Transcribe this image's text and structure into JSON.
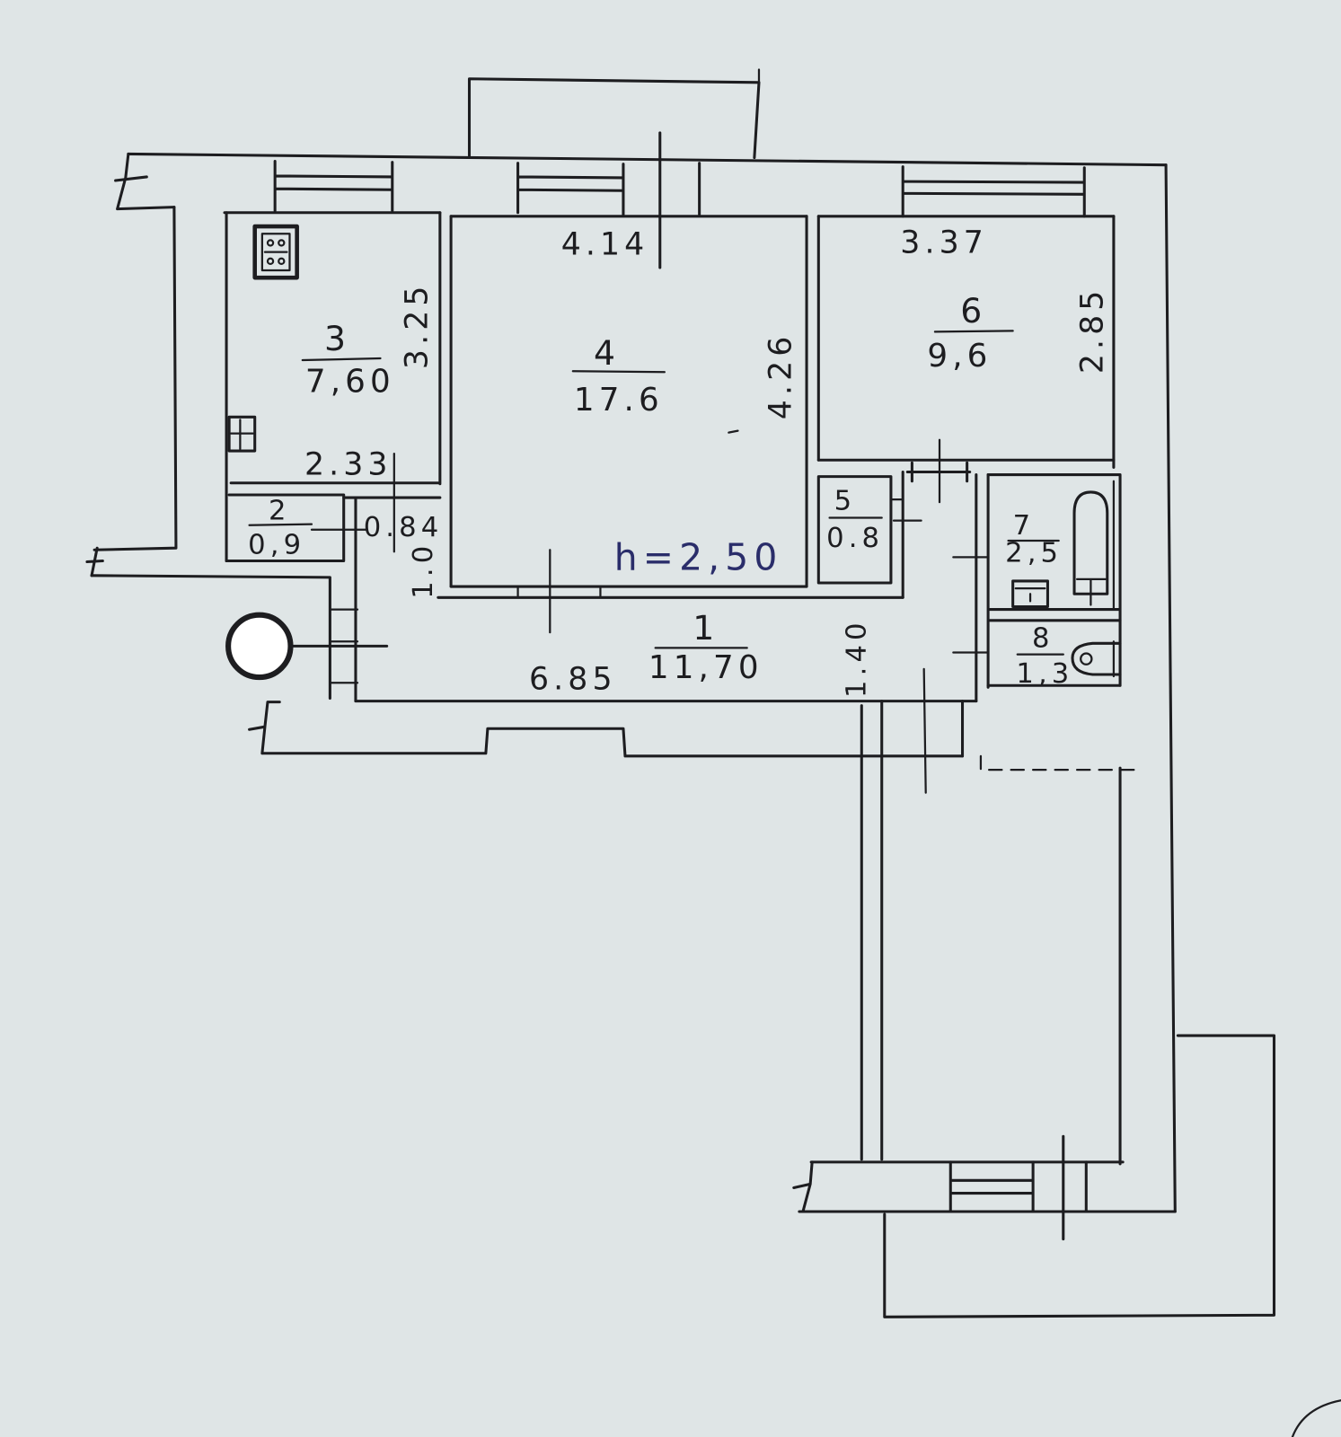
{
  "colors": {
    "paper": "#dfe5e6",
    "ink": "#1d1d20",
    "blue_ink": "#2a2d6a",
    "marker_fill": "#ffffff"
  },
  "ceiling_height": "h=2,50",
  "rooms": {
    "room_1": {
      "number": "1",
      "area": "11,70",
      "dim_length": "6.85",
      "dim_width": "1.40"
    },
    "room_2": {
      "number": "2",
      "area": "0,9"
    },
    "room_3": {
      "number": "3",
      "area": "7,60",
      "dim_length": "3.25",
      "dim_width": "2.33"
    },
    "room_4": {
      "number": "4",
      "area": "17.6",
      "dim_width": "4.14",
      "dim_length": "4.26"
    },
    "room_5": {
      "number": "5",
      "area": "0.8"
    },
    "room_6": {
      "number": "6",
      "area": "9,6",
      "dim_width": "3.37",
      "dim_length": "2.85"
    },
    "room_7": {
      "number": "7",
      "area": "2,5"
    },
    "room_8": {
      "number": "8",
      "area": "1,3"
    }
  },
  "passage": {
    "dim_width": "0.84",
    "dim_length": "1.0"
  },
  "fixtures": {
    "stove": "stove-icon",
    "kitchen_sink": "kitchen-sink-icon",
    "bathtub": "bathtub-icon",
    "washbasin": "washbasin-icon",
    "toilet": "toilet-icon",
    "riser": "riser-pipe-icon"
  }
}
